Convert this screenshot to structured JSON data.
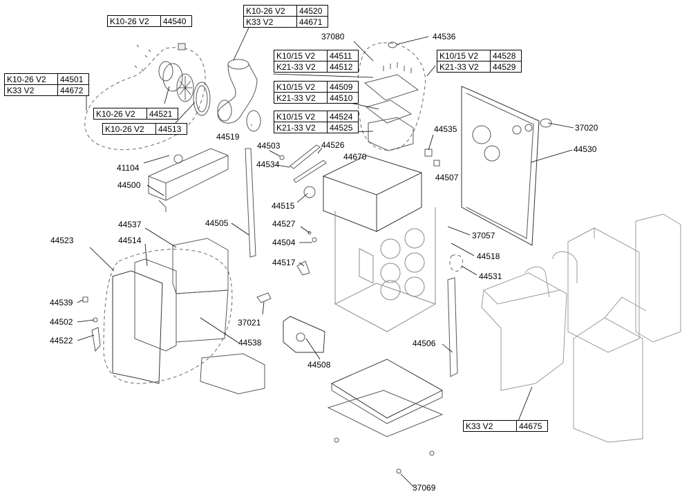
{
  "tables": [
    {
      "id": "t1",
      "rows": [
        [
          "K10-26 V2",
          "44540"
        ]
      ]
    },
    {
      "id": "t2",
      "rows": [
        [
          "K10-26 V2",
          "44520"
        ],
        [
          "K33 V2",
          "44671"
        ]
      ]
    },
    {
      "id": "t3",
      "rows": [
        [
          "K10-26 V2",
          "44501"
        ],
        [
          "K33 V2",
          "44672"
        ]
      ]
    },
    {
      "id": "t4",
      "rows": [
        [
          "K10-26 V2",
          "44521"
        ]
      ]
    },
    {
      "id": "t5",
      "rows": [
        [
          "K10-26 V2",
          "44513"
        ]
      ]
    },
    {
      "id": "t6",
      "rows": [
        [
          "K10/15 V2",
          "44511"
        ],
        [
          "K21-33 V2",
          "44512"
        ]
      ]
    },
    {
      "id": "t7",
      "rows": [
        [
          "K10/15 V2",
          "44509"
        ],
        [
          "K21-33 V2",
          "44510"
        ]
      ]
    },
    {
      "id": "t8",
      "rows": [
        [
          "K10/15 V2",
          "44524"
        ],
        [
          "K21-33 V2",
          "44525"
        ]
      ]
    },
    {
      "id": "t9",
      "rows": [
        [
          "K10/15 V2",
          "44528"
        ],
        [
          "K21-33 V2",
          "44529"
        ]
      ]
    },
    {
      "id": "t10",
      "rows": [
        [
          "K33 V2",
          "44675"
        ]
      ]
    }
  ],
  "labels": {
    "p37080": "37080",
    "p44536": "44536",
    "p37020": "37020",
    "p44530": "44530",
    "p44535": "44535",
    "p44507": "44507",
    "p44519": "44519",
    "p44503": "44503",
    "p44526": "44526",
    "p44534": "44534",
    "p44670": "44670",
    "p41104": "41104",
    "p44500": "44500",
    "p44515": "44515",
    "p44505": "44505",
    "p44537": "44537",
    "p44514": "44514",
    "p44523": "44523",
    "p44527": "44527",
    "p44504": "44504",
    "p37057": "37057",
    "p44518": "44518",
    "p44517": "44517",
    "p44531": "44531",
    "p44539": "44539",
    "p44502": "44502",
    "p44522": "44522",
    "p37021": "37021",
    "p44538": "44538",
    "p44508": "44508",
    "p44506": "44506",
    "p37069": "37069"
  }
}
